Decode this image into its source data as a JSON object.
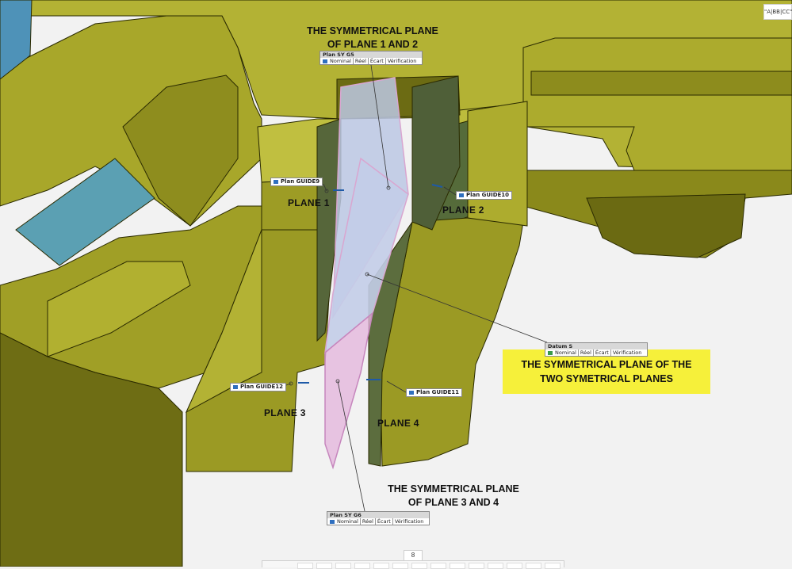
{
  "callouts": {
    "sym_12_line1": "THE SYMMETRICAL PLANE",
    "sym_12_line2": "OF PLANE 1 AND 2",
    "sym_34_line1": "THE SYMMETRICAL PLANE",
    "sym_34_line2": "OF PLANE 3 AND 4",
    "sym_two_line1": "THE SYMMETRICAL PLANE OF THE",
    "sym_two_line2": "TWO SYMETRICAL PLANES"
  },
  "plane_labels": {
    "plane1": "PLANE 1",
    "plane2": "PLANE 2",
    "plane3": "PLANE 3",
    "plane4": "PLANE 4"
  },
  "feature_tags": {
    "guide9": "Plan GUIDE9",
    "guide10": "Plan GUIDE10",
    "guide11": "Plan GUIDE11",
    "guide12": "Plan GUIDE12"
  },
  "info_boxes": {
    "sy_g5": {
      "title": "Plan SY G5"
    },
    "datum_s": {
      "title": "Datum S"
    },
    "sy_g6": {
      "title": "Plan SY G6"
    }
  },
  "info_tabs": {
    "nominal": "Nominal",
    "reel": "Réel",
    "ecart": "Écart",
    "verification": "Vérification"
  },
  "corner_tag": "\"A|BB|CC\"",
  "bottom_tab": "8",
  "colors": {
    "part_face": "#a3a326",
    "part_top": "#b7b536",
    "part_shadow": "#6b6a12",
    "part_dark": "#4f4e0b",
    "edge": "#2a2a00",
    "symmetry_plane": "#b9c6e6",
    "symmetry_plane_pink": "#e4b3d9",
    "highlight_yellow": "#f6f03a",
    "background": "#f2f2f2"
  }
}
